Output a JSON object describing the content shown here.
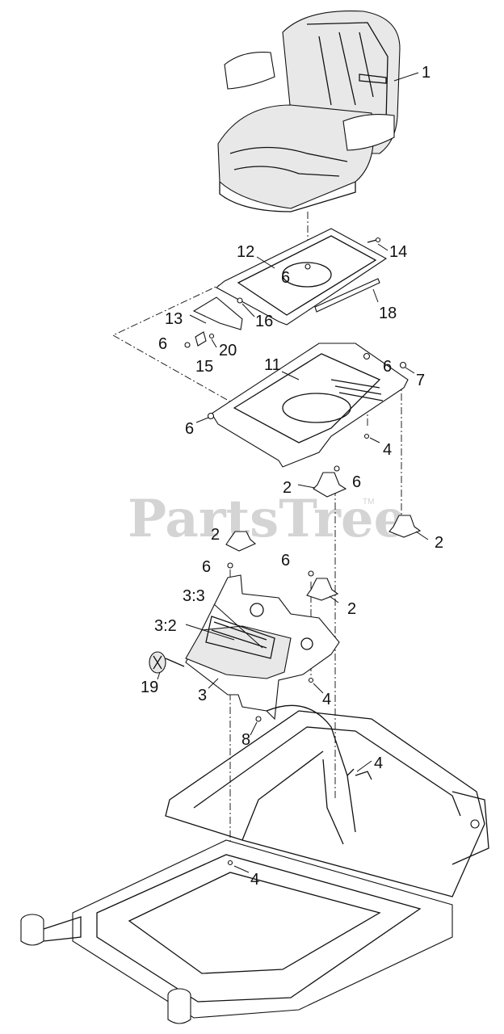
{
  "watermark": {
    "text": "PartsTree",
    "trademark": "TM"
  },
  "callouts": [
    {
      "id": "c1",
      "label": "1"
    },
    {
      "id": "c12",
      "label": "12"
    },
    {
      "id": "c14",
      "label": "14"
    },
    {
      "id": "c6a",
      "label": "6"
    },
    {
      "id": "c16",
      "label": "16"
    },
    {
      "id": "c18",
      "label": "18"
    },
    {
      "id": "c13",
      "label": "13"
    },
    {
      "id": "c20",
      "label": "20"
    },
    {
      "id": "c6b",
      "label": "6"
    },
    {
      "id": "c15",
      "label": "15"
    },
    {
      "id": "c11",
      "label": "11"
    },
    {
      "id": "c6c",
      "label": "6"
    },
    {
      "id": "c7",
      "label": "7"
    },
    {
      "id": "c6d",
      "label": "6"
    },
    {
      "id": "c4a",
      "label": "4"
    },
    {
      "id": "c2a",
      "label": "2"
    },
    {
      "id": "c6e",
      "label": "6"
    },
    {
      "id": "c2b",
      "label": "2"
    },
    {
      "id": "c2c",
      "label": "2"
    },
    {
      "id": "c6f",
      "label": "6"
    },
    {
      "id": "c6g",
      "label": "6"
    },
    {
      "id": "c2d",
      "label": "2"
    },
    {
      "id": "c33",
      "label": "3:3"
    },
    {
      "id": "c32",
      "label": "3:2"
    },
    {
      "id": "c19",
      "label": "19"
    },
    {
      "id": "c3",
      "label": "3"
    },
    {
      "id": "c4b",
      "label": "4"
    },
    {
      "id": "c8",
      "label": "8"
    },
    {
      "id": "c4c",
      "label": "4"
    },
    {
      "id": "c4d",
      "label": "4"
    }
  ]
}
